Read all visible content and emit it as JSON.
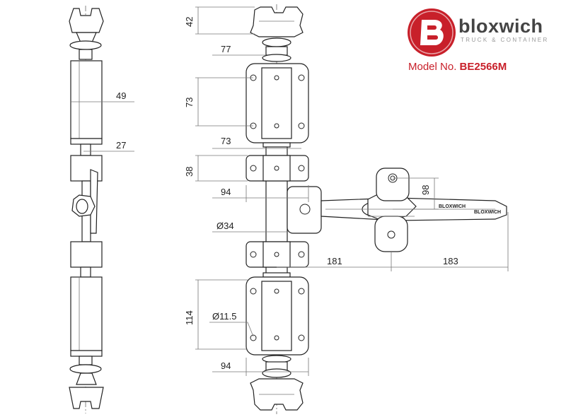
{
  "brand": {
    "name": "bloxwich",
    "tagline": "TRUCK & CONTAINER",
    "model_label": "Model No.",
    "model_number": "BE2566M",
    "red": "#c8202a"
  },
  "dimensions": {
    "side_height_42": "42",
    "side_width_77": "77",
    "top_bracket_73v": "73",
    "top_bracket_73h": "73",
    "guide_38": "38",
    "guide_94": "94",
    "bar_dia": "Ø34",
    "bracket_dia": "Ø11.5",
    "lower_bracket_114": "114",
    "lower_bracket_94": "94",
    "handle_181": "181",
    "handle_183": "183",
    "handle_98": "98",
    "side_49": "49",
    "side_27": "27"
  },
  "handle_text": {
    "upper": "BLOXWICH",
    "lower": "BLOXWICH"
  }
}
